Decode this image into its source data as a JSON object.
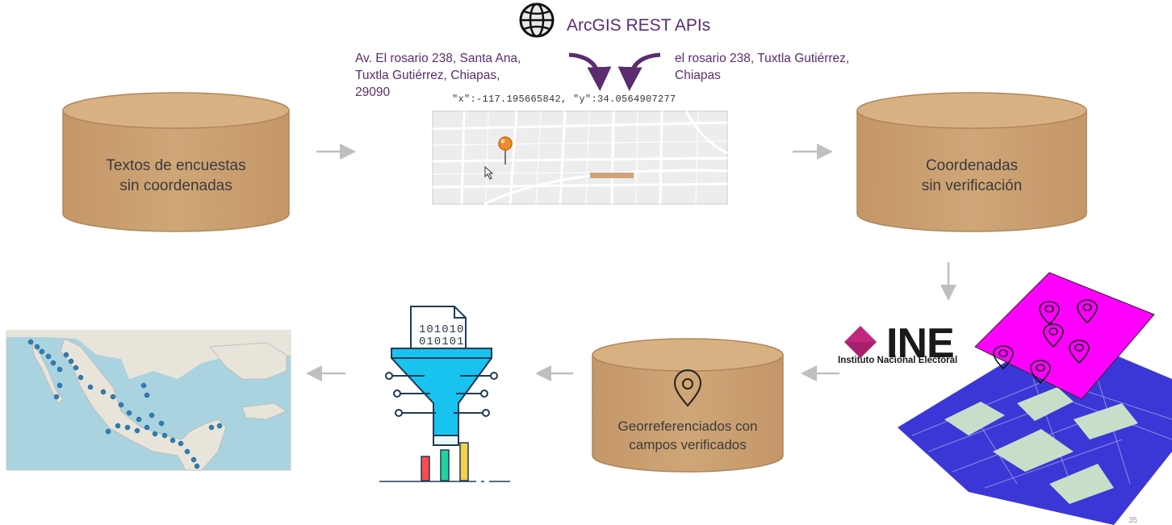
{
  "api": {
    "title": "ArcGIS REST APIs",
    "icon": "globe-icon"
  },
  "geocode": {
    "input_address": "Av. El rosario 238, Santa Ana,\nTuxtla Gutiérrez, Chiapas,\n29090",
    "normalized_address": "el rosario 238, Tuxtla Gutiérrez,\nChiapas",
    "coordinates_text": "\"x\":-117.195665842, \"y\":34.0564907277"
  },
  "stores": {
    "raw": "Textos de encuestas\nsin coordenadas",
    "unverified": "Coordenadas\nsin verificación",
    "verified": "Georreferenciados con\ncampos verificados"
  },
  "ine": {
    "logo_text": "INE",
    "subtitle": "Instituto Nacional Electoral"
  },
  "filter": {
    "binary_row1": "101010",
    "binary_row2": "010101"
  },
  "page_number": "35",
  "colors": {
    "cylinder": "#c9a070",
    "cylinder_top": "#d8b183",
    "cylinder_stroke": "#b08659",
    "accent_purple": "#5b2c6f",
    "arrow_gray": "#bfbfbf",
    "ine_magenta": "#c0277d",
    "polygon_magenta": "#ff00ff",
    "filter_cyan": "#19c3ef",
    "map_water": "#a9d3df",
    "marker_blue": "#2c7fb8"
  }
}
